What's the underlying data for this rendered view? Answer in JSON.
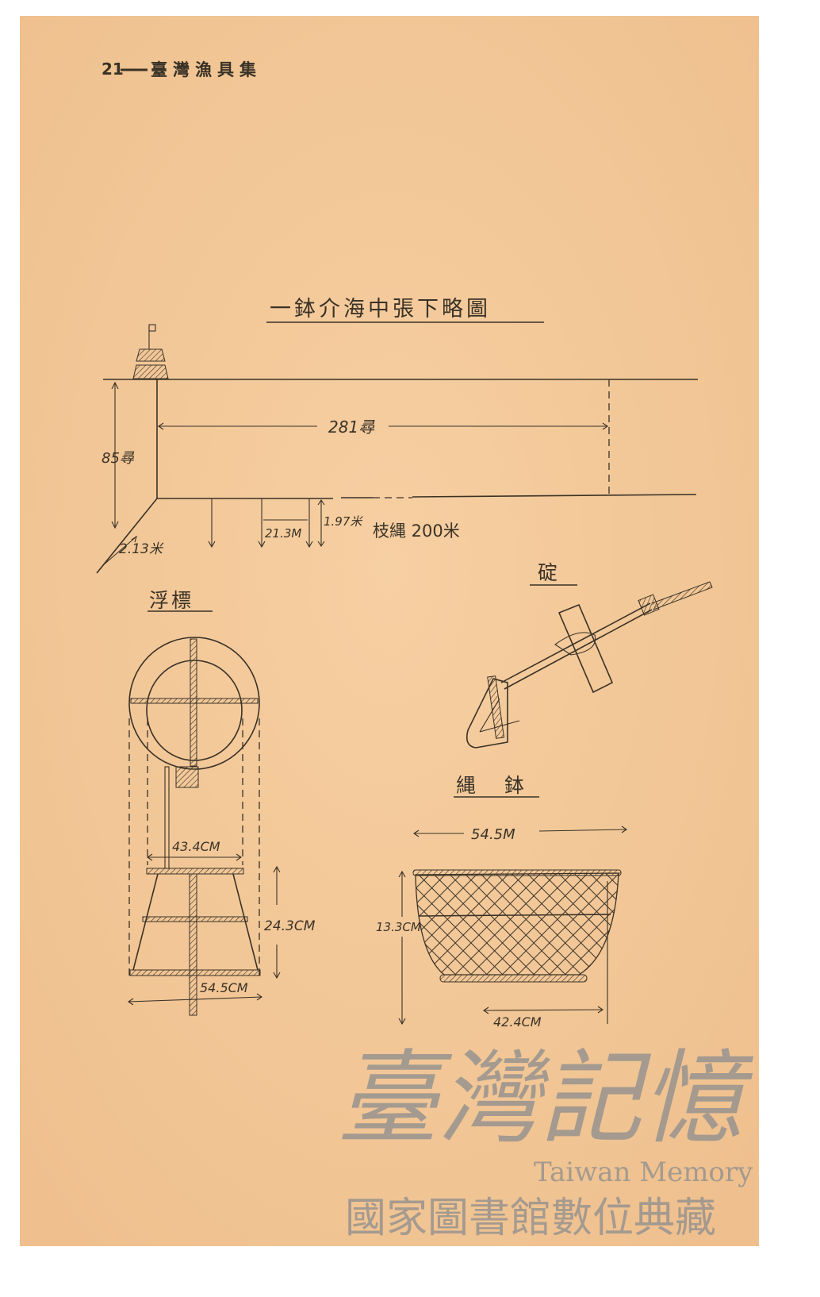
{
  "header": {
    "page_number": "21",
    "book_title": "臺灣漁具集"
  },
  "main_diagram": {
    "title": "一鉢介海中張下略圖",
    "length_label": "281尋",
    "depth_label": "85尋",
    "float_line_label": "2.13米",
    "branch_spacing_label": "21.3M",
    "branch_length_label": "1.97米",
    "branch_line_label": "枝縄 200米"
  },
  "buoy_diagram": {
    "title": "浮標",
    "inner_width_label": "43.4CM",
    "height_label": "24.3CM",
    "base_width_label": "54.5CM"
  },
  "anchor_diagram": {
    "title": "碇"
  },
  "basket_diagram": {
    "title": "縄 鉢",
    "top_width_label": "54.5M",
    "height_label": "13.3CM",
    "base_width_label": "42.4CM"
  },
  "watermark": {
    "main": "臺灣記憶",
    "english": "Taiwan Memory",
    "institution": "國家圖書館數位典藏"
  },
  "colors": {
    "paper": "#f4c99a",
    "ink": "#3a3226",
    "watermark": "#8f8f8f"
  }
}
